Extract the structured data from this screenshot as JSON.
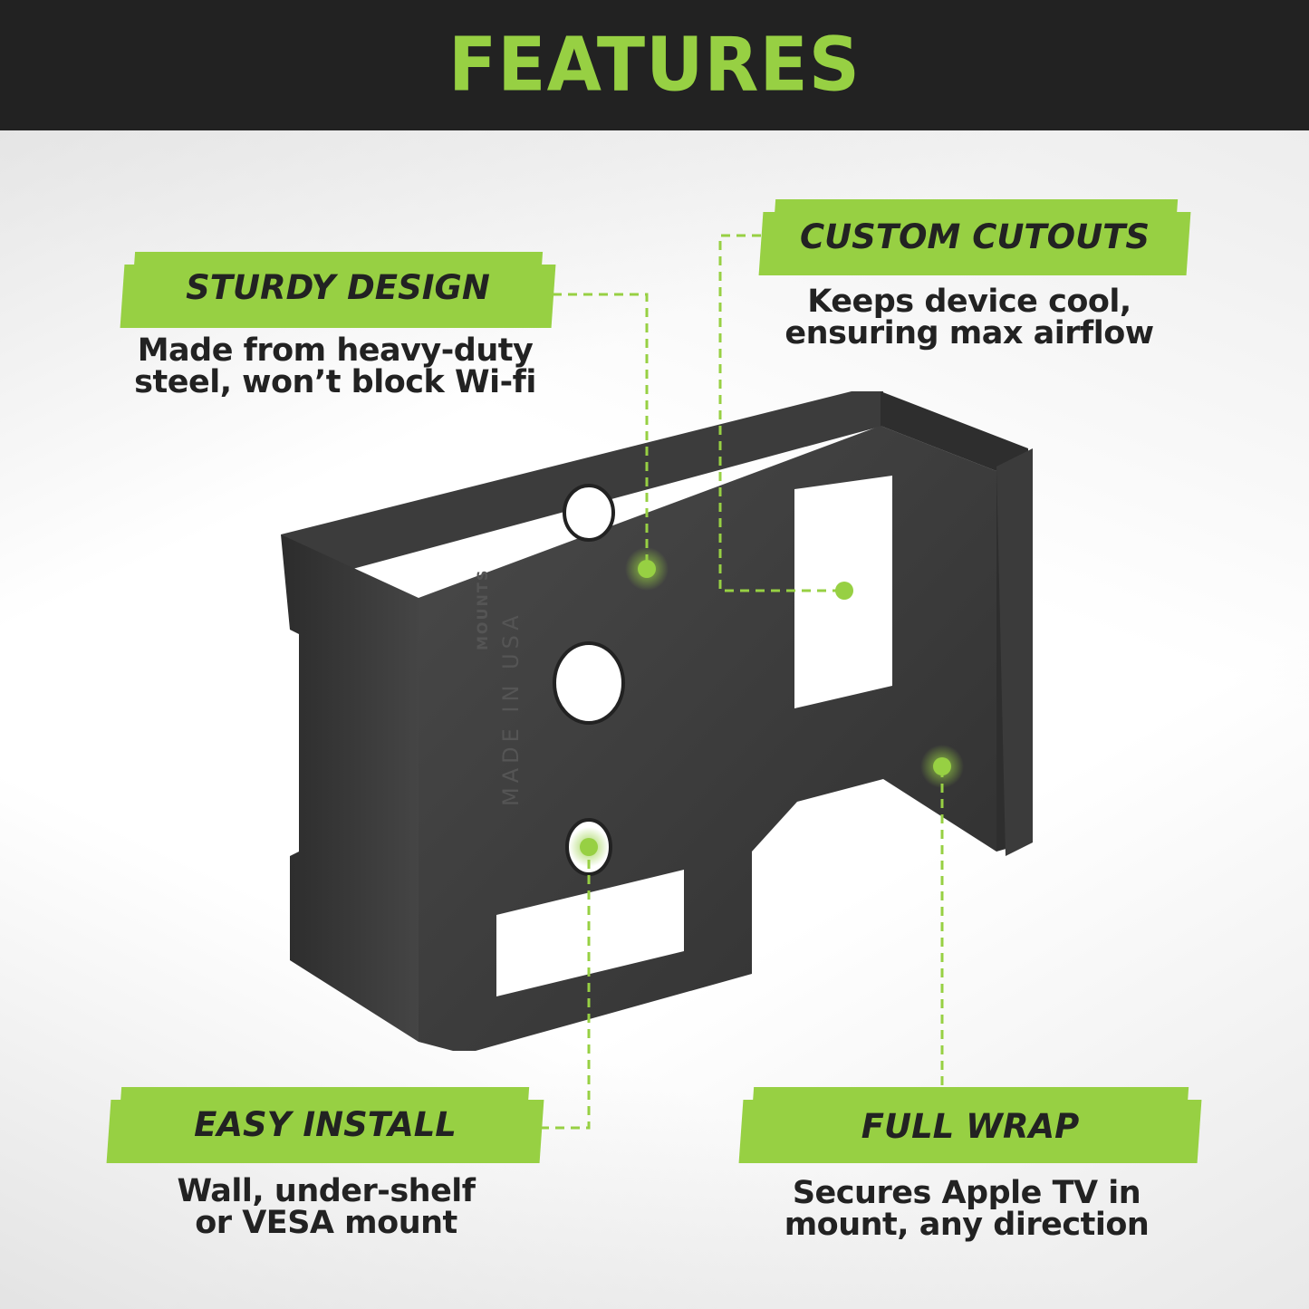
{
  "header": {
    "title": "FEATURES"
  },
  "colors": {
    "accent": "#97d043",
    "header_bg": "#222222",
    "text": "#222222",
    "mount": "#3a3a3a"
  },
  "features": [
    {
      "title": "STURDY DESIGN",
      "desc_line1": "Made from heavy-duty",
      "desc_line2": "steel, won’t block Wi-fi"
    },
    {
      "title": "CUSTOM CUTOUTS",
      "desc_line1": "Keeps device cool,",
      "desc_line2": "ensuring max airflow"
    },
    {
      "title": "EASY INSTALL",
      "desc_line1": "Wall, under-shelf",
      "desc_line2": "or VESA mount"
    },
    {
      "title": "FULL WRAP",
      "desc_line1": "Secures Apple TV in",
      "desc_line2": "mount, any direction"
    }
  ],
  "product": {
    "emboss_brand": "MOUNTS",
    "emboss_origin": "MADE IN USA"
  }
}
